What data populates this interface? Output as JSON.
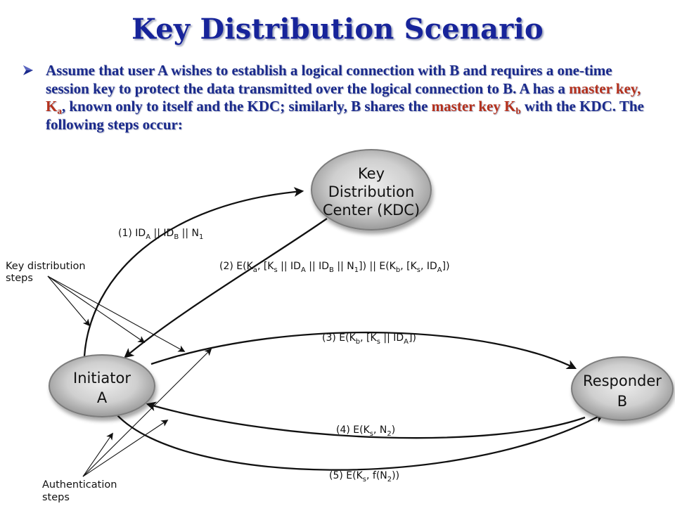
{
  "slide": {
    "title": "Key Distribution Scenario",
    "bullet": {
      "text_1": "Assume that user A wishes to establish a logical connection with B and requires a one-time session key to protect the data transmitted over the logical connection to B. A has a ",
      "hl_1": "master key, K",
      "hl_1_sub": "a",
      "text_2": ", known only to itself and the KDC; similarly, B shares the ",
      "hl_2": "master key K",
      "hl_2_sub": "b",
      "text_3": " with the KDC. The following steps occur:"
    }
  },
  "diagram": {
    "nodes": {
      "kdc": {
        "line1": "Key",
        "line2": "Distribution",
        "line3": "Center (KDC)"
      },
      "initiator": {
        "line1": "Initiator",
        "line2": "A"
      },
      "responder": {
        "line1": "Responder",
        "line2": "B"
      }
    },
    "side_labels": {
      "key_dist_1": "Key distribution",
      "key_dist_2": "steps",
      "auth_1": "Authentication",
      "auth_2": "steps"
    },
    "messages": {
      "m1": {
        "num": "(1)",
        "id1": "ID",
        "sub1": "A",
        "sep1": " || ",
        "id2": "ID",
        "sub2": "B",
        "sep2": " || ",
        "n": "N",
        "nsub": "1"
      },
      "m2": {
        "num": "(2)",
        "a": "E(K",
        "a_sub": "a",
        "b": ", [K",
        "b_sub": "s",
        "c": " || ID",
        "c_sub": "A",
        "d": " || ID",
        "d_sub": "B",
        "e": " || N",
        "e_sub": "1",
        "f": "]) || E(K",
        "f_sub": "b",
        "g": ", [K",
        "g_sub": "s",
        "h": ", ID",
        "h_sub": "A",
        "i": "])"
      },
      "m3": {
        "num": "(3)",
        "a": "E(K",
        "a_sub": "b",
        "b": ", [K",
        "b_sub": "s",
        "c": " || ID",
        "c_sub": "A",
        "d": "])"
      },
      "m4": {
        "num": "(4)",
        "a": "E(K",
        "a_sub": "s",
        "b": ", N",
        "b_sub": "2",
        "c": ")"
      },
      "m5": {
        "num": "(5)",
        "a": "E(K",
        "a_sub": "s",
        "b": ", f(N",
        "b_sub": "2",
        "c": "))"
      }
    }
  }
}
